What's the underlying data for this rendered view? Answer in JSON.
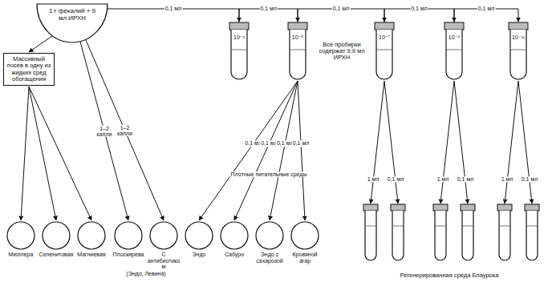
{
  "diagram": {
    "nodes": [
      {
        "text": [
          "1 г фекалий + 9 мл ИРХН"
        ]
      },
      {
        "text": [
          "10⁻³"
        ]
      },
      {
        "text": [
          "10⁻⁵"
        ]
      },
      {
        "text": [
          "10⁻⁷"
        ]
      },
      {
        "text": [
          "10⁻⁹"
        ]
      },
      {
        "text": [
          "10⁻¹¹"
        ]
      },
      {
        "text": [
          "Массивный посев в одну из жидких сред обогащения"
        ]
      },
      {
        "text": [
          "Мюллера"
        ]
      },
      {
        "text": [
          "Селенитовая"
        ]
      },
      {
        "text": [
          "Магниевая"
        ]
      },
      {
        "text": [
          "Плоскирева"
        ]
      },
      {
        "text": [
          "С антибиотиком"
        ]
      },
      {
        "text": [
          "Эндо"
        ]
      },
      {
        "text": [
          "Сабуро"
        ]
      },
      {
        "text": [
          "Эндо с сахарозой"
        ]
      },
      {
        "text": [
          "Кровяной агар"
        ]
      }
    ],
    "edges": [
      {
        "from": 0,
        "to": 1,
        "arrow": "to",
        "label": "0,1 мл"
      },
      {
        "from": 1,
        "to": 2,
        "arrow": "to",
        "label": "0,1 мл"
      },
      {
        "from": 2,
        "to": 3,
        "arrow": "to",
        "label": "0,1 мл"
      },
      {
        "from": 3,
        "to": 4,
        "arrow": "to",
        "label": "0,1 мл"
      },
      {
        "from": 4,
        "to": 5,
        "arrow": "to",
        "label": "0,1 мл"
      },
      {
        "from": 0,
        "to": 6,
        "arrow": "to"
      },
      {
        "from": 0,
        "to": 10,
        "arrow": "to",
        "label": "1–2 капли"
      },
      {
        "from": 0,
        "to": 11,
        "arrow": "to",
        "label": "1–2 капли"
      },
      {
        "from": 6,
        "to": 7,
        "arrow": "to"
      },
      {
        "from": 6,
        "to": 8,
        "arrow": "to"
      },
      {
        "from": 6,
        "to": 9,
        "arrow": "to"
      },
      {
        "from": 2,
        "to": 12,
        "arrow": "to",
        "label": "0,1 мл"
      },
      {
        "from": 2,
        "to": 13,
        "arrow": "to",
        "label": "0,1 мл"
      },
      {
        "from": 2,
        "to": 14,
        "arrow": "to",
        "label": "0,1 мл"
      },
      {
        "from": 2,
        "to": 15,
        "arrow": "to",
        "label": "0,1 мл"
      }
    ],
    "labels": [
      "Все пробирки содержат 9,9 мл ИРХН",
      "Плотные питательные среды",
      "(Эндо, Левина)",
      "1 мл",
      "0,1 мл",
      "1 мл",
      "0,1 мл",
      "1 мл",
      "0,1 мл",
      "Регенерированная среда Блаурока"
    ]
  }
}
